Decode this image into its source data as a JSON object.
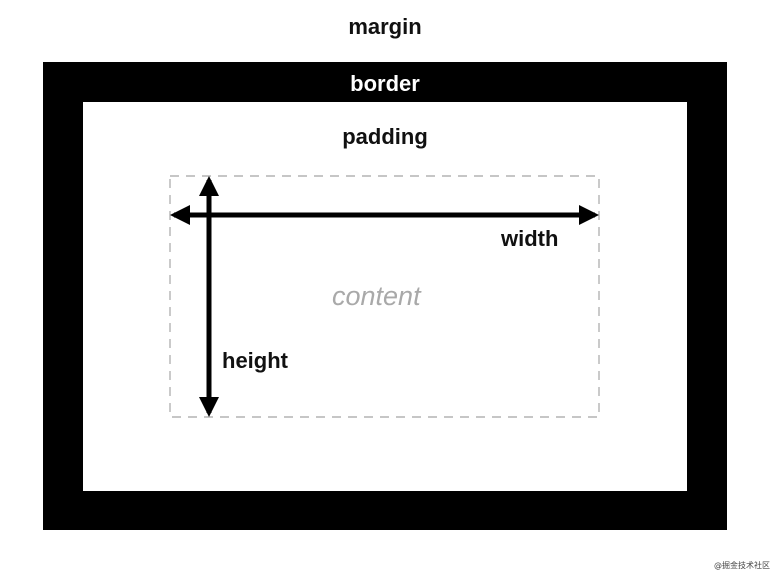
{
  "labels": {
    "margin": "margin",
    "border": "border",
    "padding": "padding",
    "content": "content",
    "width": "width",
    "height": "height"
  },
  "watermark": "@掘金技术社区",
  "colors": {
    "border": "#000000",
    "background": "#ffffff",
    "content_text": "#a9a9a9",
    "content_outline": "#b3b3b3",
    "arrow": "#000000"
  }
}
